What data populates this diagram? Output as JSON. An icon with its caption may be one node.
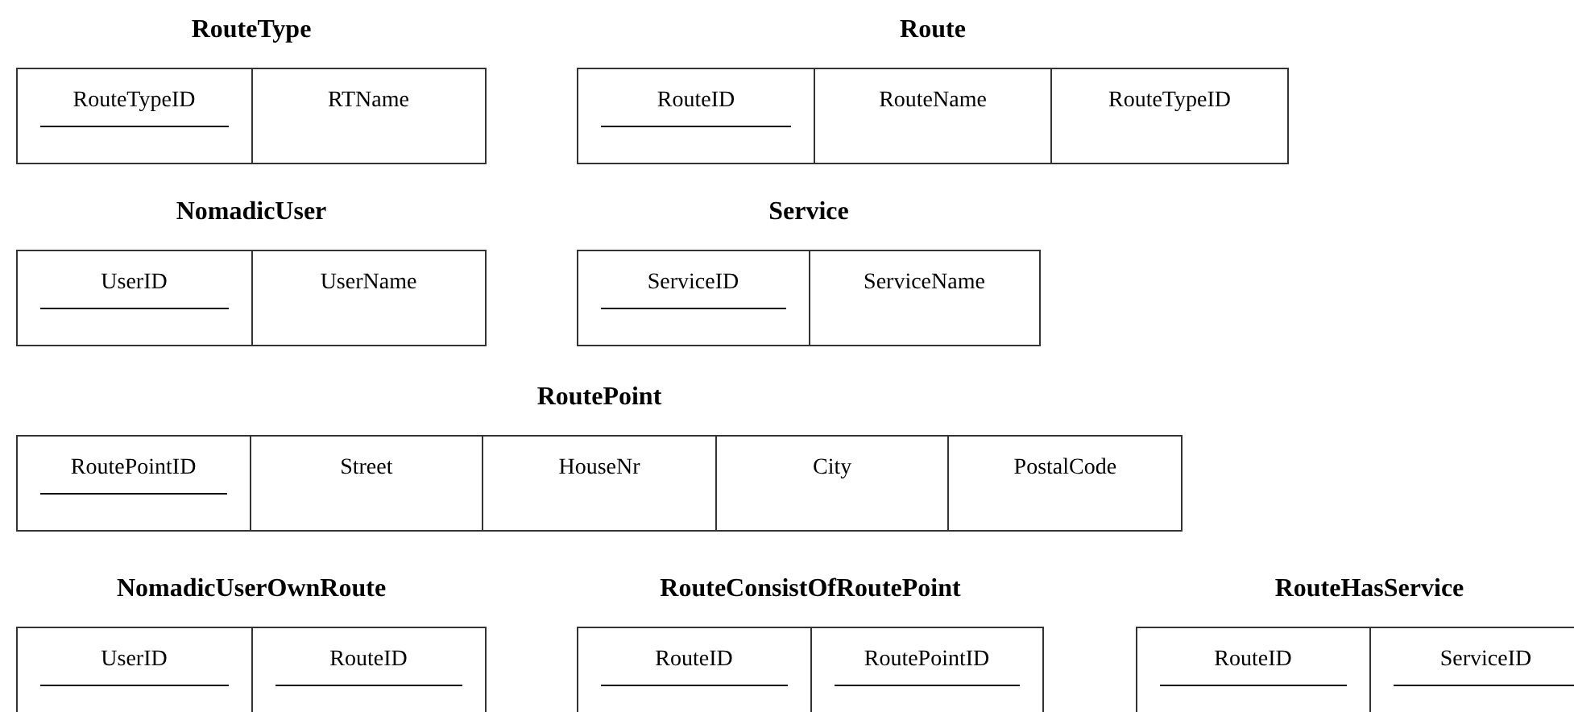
{
  "diagram": {
    "nodes": [
      {
        "text": [
          "RouteType"
        ]
      },
      {
        "text": [
          "RouteTypeID"
        ],
        "in": 0
      },
      {
        "text": [
          "RTName"
        ],
        "in": 0
      },
      {
        "text": [
          "Route"
        ]
      },
      {
        "text": [
          "RouteID"
        ],
        "in": 3
      },
      {
        "text": [
          "RouteName"
        ],
        "in": 3
      },
      {
        "text": [
          "RouteTypeID"
        ],
        "in": 3
      },
      {
        "text": [
          "NomadicUser"
        ]
      },
      {
        "text": [
          "UserID"
        ],
        "in": 7
      },
      {
        "text": [
          "UserName"
        ],
        "in": 7
      },
      {
        "text": [
          "Service"
        ]
      },
      {
        "text": [
          "ServiceID"
        ],
        "in": 10
      },
      {
        "text": [
          "ServiceName"
        ],
        "in": 10
      },
      {
        "text": [
          "RoutePoint"
        ]
      },
      {
        "text": [
          "RoutePointID"
        ],
        "in": 13
      },
      {
        "text": [
          "Street"
        ],
        "in": 13
      },
      {
        "text": [
          "HouseNr"
        ],
        "in": 13
      },
      {
        "text": [
          "City"
        ],
        "in": 13
      },
      {
        "text": [
          "PostalCode"
        ],
        "in": 13
      },
      {
        "text": [
          "NomadicUserOwnRoute"
        ]
      },
      {
        "text": [
          "UserID"
        ],
        "in": 19
      },
      {
        "text": [
          "RouteID"
        ],
        "in": 19
      },
      {
        "text": [
          "RouteConsistOfRoutePoint"
        ]
      },
      {
        "text": [
          "RouteID"
        ],
        "in": 22
      },
      {
        "text": [
          "RoutePointID"
        ],
        "in": 22
      },
      {
        "text": [
          "RouteHasService"
        ]
      },
      {
        "text": [
          "RouteID"
        ],
        "in": 25
      },
      {
        "text": [
          "ServiceID"
        ],
        "in": 25
      }
    ]
  }
}
